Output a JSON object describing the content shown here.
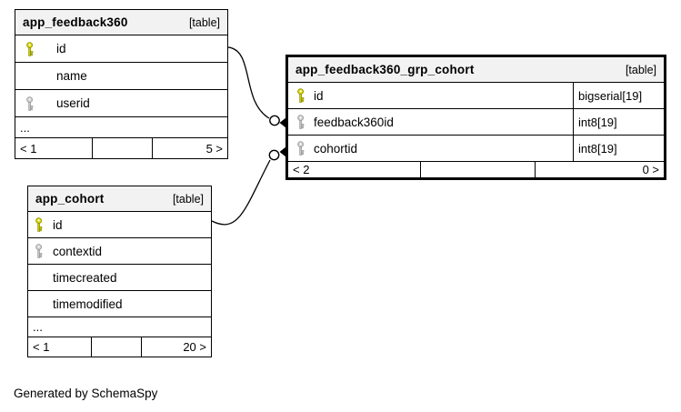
{
  "note": "Generated by SchemaSpy",
  "colors": {
    "primary_key": "#d6d600",
    "primary_key_stroke": "#8f8f00",
    "foreign_key": "#cccccc",
    "foreign_key_stroke": "#9a9a9a",
    "header_bg": "#f2f2f2",
    "border": "#000000"
  },
  "tables": [
    {
      "name": "app_feedback360",
      "badge": "[table]",
      "columns": [
        {
          "name": "id",
          "key": "primary"
        },
        {
          "name": "name",
          "key": "none"
        },
        {
          "name": "userid",
          "key": "foreign"
        }
      ],
      "more_indicator": "...",
      "footer": {
        "left": "< 1",
        "middle": "",
        "right": "5 >"
      }
    },
    {
      "name": "app_feedback360_grp_cohort",
      "badge": "[table]",
      "columns": [
        {
          "name": "id",
          "key": "primary",
          "type": "bigserial[19]"
        },
        {
          "name": "feedback360id",
          "key": "foreign",
          "type": "int8[19]"
        },
        {
          "name": "cohortid",
          "key": "foreign",
          "type": "int8[19]"
        }
      ],
      "footer": {
        "left": "< 2",
        "middle": "",
        "right": "0 >"
      }
    },
    {
      "name": "app_cohort",
      "badge": "[table]",
      "columns": [
        {
          "name": "id",
          "key": "primary"
        },
        {
          "name": "contextid",
          "key": "foreign"
        },
        {
          "name": "timecreated",
          "key": "none"
        },
        {
          "name": "timemodified",
          "key": "none"
        }
      ],
      "more_indicator": "...",
      "footer": {
        "left": "< 1",
        "middle": "",
        "right": "20 >"
      }
    }
  ],
  "relationships": [
    {
      "from": "app_feedback360.id",
      "to": "app_feedback360_grp_cohort.feedback360id",
      "style": "crow-foot-with-circle"
    },
    {
      "from": "app_cohort.id",
      "to": "app_feedback360_grp_cohort.cohortid",
      "style": "crow-foot-with-circle"
    }
  ]
}
